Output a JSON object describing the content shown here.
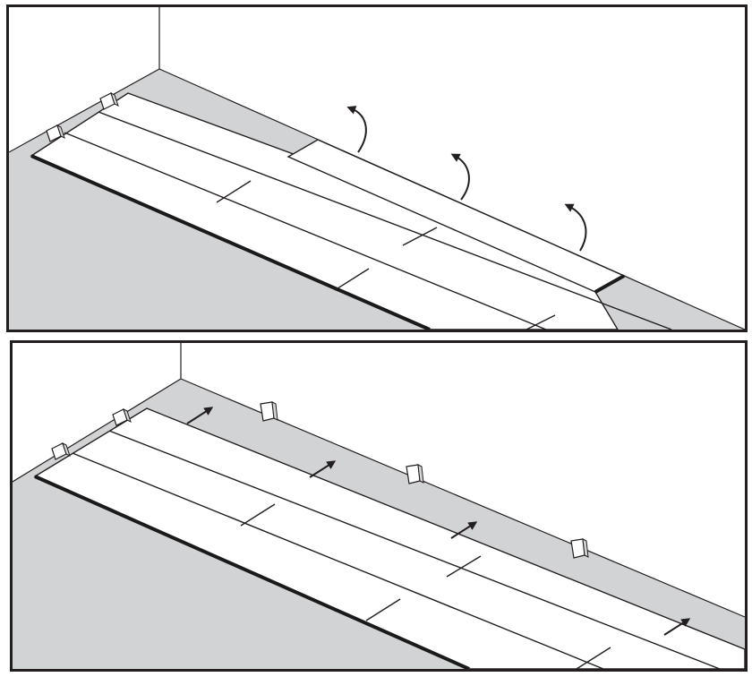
{
  "figure": {
    "panel_count": 2,
    "colors": {
      "frame": "#231f20",
      "floor": "#d1d3d4",
      "wall": "#ffffff",
      "plank": "#ffffff",
      "line": "#231f20",
      "plank_edge": "#1a1a1a"
    },
    "panels": [
      {
        "step": "lift-and-reposition",
        "arrow_icon": "curved-arrow-icon",
        "arrow_count": 3,
        "spacer_count": 2
      },
      {
        "step": "push-into-place-against-spacers",
        "arrow_icon": "straight-arrow-icon",
        "arrow_count": 4,
        "spacer_count": 5
      }
    ]
  }
}
